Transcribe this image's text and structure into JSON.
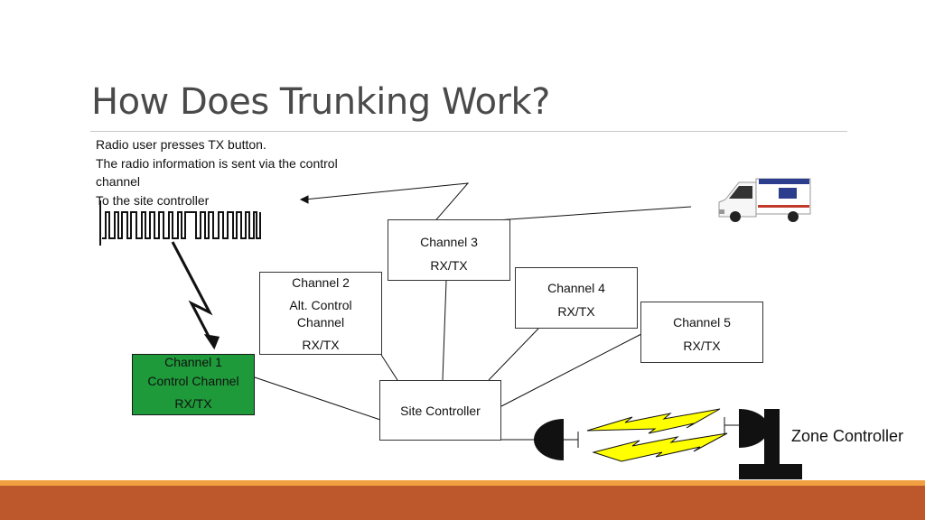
{
  "slide": {
    "title": "How Does Trunking Work?",
    "notes": [
      "Radio user presses TX button.",
      "The radio information is sent via the control",
      "channel",
      "To the site controller"
    ]
  },
  "channels": {
    "ch1": {
      "lines": [
        "Channel 1",
        "Control Channel",
        "RX/TX"
      ],
      "fill": "#1e9a3a"
    },
    "ch2": {
      "lines": [
        "Channel 2",
        "Alt. Control",
        "Channel",
        "RX/TX"
      ]
    },
    "ch3": {
      "lines": [
        "Channel 3",
        "RX/TX"
      ]
    },
    "ch4": {
      "lines": [
        "Channel 4",
        "RX/TX"
      ]
    },
    "ch5": {
      "lines": [
        "Channel 5",
        "RX/TX"
      ]
    }
  },
  "site_controller": {
    "label": "Site Controller"
  },
  "zone_controller": {
    "label": "Zone Controller"
  },
  "colors": {
    "control_channel": "#1e9a3a",
    "lightning": "#ffff00",
    "footer": "#bd582c",
    "footer_accent": "#f0a040"
  },
  "icons": [
    "ambulance-icon",
    "lightning-bolt-icon",
    "microwave-dish-icon",
    "signal-waveform-icon"
  ]
}
